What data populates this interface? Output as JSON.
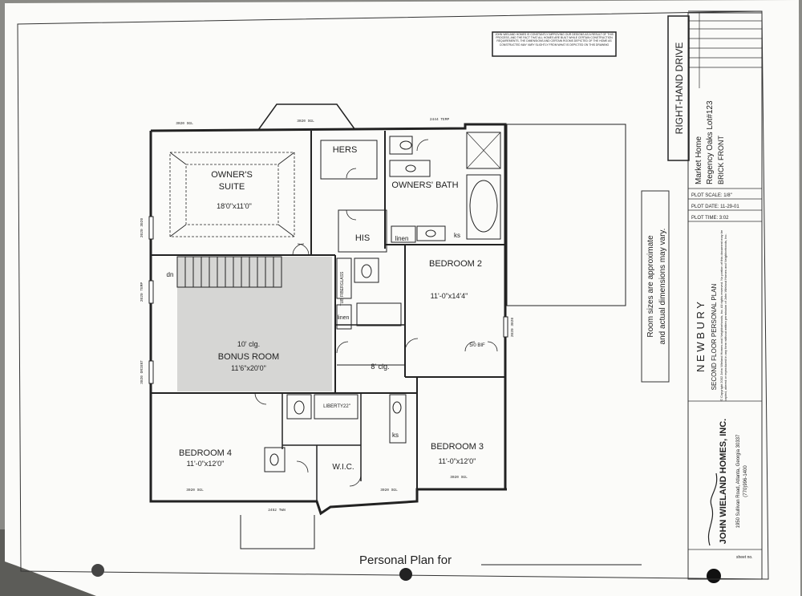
{
  "notice_box": "JOHN WIELAND HOMES IS CONSTANTLY IMPROVING OUR DESIGNS AS A RESULT OF THIS PROCESS, AND THE FACT THAT ALL HOMES ARE BUILT WHILE CERTAIN CONSTRUCTION REQUIREMENTS, THE DIMENSIONS AND CERTAIN ROOMS DEPICTED OF THE HOME AS CONSTRUCTED MAY VARY SLIGHTLY FROM WHAT IS DEPICTED ON THIS DRAWING",
  "rooms": {
    "owners_suite": {
      "name_line1": "OWNER'S",
      "name_line2": "SUITE",
      "size": "18'0\"x11'0\""
    },
    "hers": "HERS",
    "his": "HIS",
    "owners_bath": "OWNERS' BATH",
    "linen1": "linen",
    "linen2": "linen",
    "ks1": "ks",
    "ks2": "ks",
    "bedroom2": {
      "name": "BEDROOM 2",
      "size": "11'-0\"x14'4\""
    },
    "bonus": {
      "ceiling": "10' clg.",
      "name": "BONUS ROOM",
      "size": "11'6\"x20'0\""
    },
    "hall_ceiling": "8' clg.",
    "bedroom4": {
      "name": "BEDROOM 4",
      "size": "11'-0\"x12'0\""
    },
    "bedroom3": {
      "name": "BEDROOM 3",
      "size": "11'-0\"x12'0\""
    },
    "wic": "W.I.C.",
    "dn": "dn",
    "tub": "TUB FIBERGLASS",
    "liberty": "LIBERTY22\"",
    "bif": "5/0 BIF"
  },
  "window_labels": {
    "top_left": "3020 SGL",
    "bay_top": "3020 SGL",
    "bath_top": "2444 TEMP",
    "right_mid": "2020 3020",
    "bottom_left": "3020 SGL",
    "bottom_mid": "2452 TWN",
    "bottom_right1": "3020 SGL",
    "bottom_right2": "3020 SGL",
    "left_upper": "2020 3020",
    "left_mid": "2020 TEMP",
    "left_lower": "3020 ORIENT"
  },
  "note": {
    "line1": "Room sizes are approximate",
    "line2": "and actual dimensions may vary."
  },
  "title_block": {
    "right_hand_drive": "RIGHT-HAND DRIVE",
    "market_home": "Market Home",
    "lot": "Regency Oaks Lot#123",
    "front": "BRICK FRONT",
    "plot_scale": "PLOT SCALE: 1/8\"",
    "plot_date": "PLOT DATE: 11-29-01",
    "plot_time": "PLOT TIME: 3:02",
    "plan_name": "N E W B U R Y",
    "plan_desc": "SECOND FLOOR PERSONAL PLAN",
    "copyright": "© Copyright 2002 John Wieland Homes and Neighborhoods, Inc. All rights reserved. No portion of this document may be copied, altered or reproduced in any form without written permission of John Wieland Homes and Neighborhoods, Inc.",
    "company": "JOHN WIELAND HOMES, INC.",
    "address": "1950 Sullivan Road, Atlanta, Georgia 30337",
    "phone": "(770)996-1400",
    "sheet_no": "sheet no."
  },
  "footer": {
    "personal_plan": "Personal Plan for"
  }
}
